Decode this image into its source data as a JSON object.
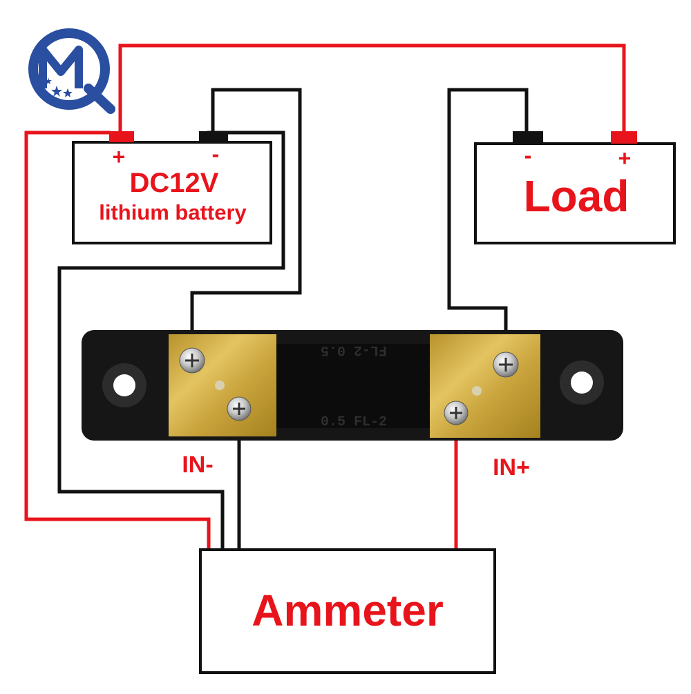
{
  "colors": {
    "wire_positive": "#e8141c",
    "wire_negative": "#111111",
    "label_red": "#e8141c",
    "box_border": "#111111",
    "shunt_body": "#161616",
    "brass": "#c9a33c",
    "logo_blue": "#2a4ea0"
  },
  "logo": {
    "icon": "mq-logo-icon"
  },
  "battery": {
    "line1": "DC12V",
    "line2": "lithium battery",
    "plus": "+",
    "minus": "-"
  },
  "load": {
    "label": "Load",
    "plus": "+",
    "minus": "-"
  },
  "shunt": {
    "marking_top": "FL-2  0.5",
    "marking_bottom": "0.5  FL-2",
    "in_minus": "IN-",
    "in_plus": "IN+"
  },
  "ammeter": {
    "label": "Ammeter"
  }
}
